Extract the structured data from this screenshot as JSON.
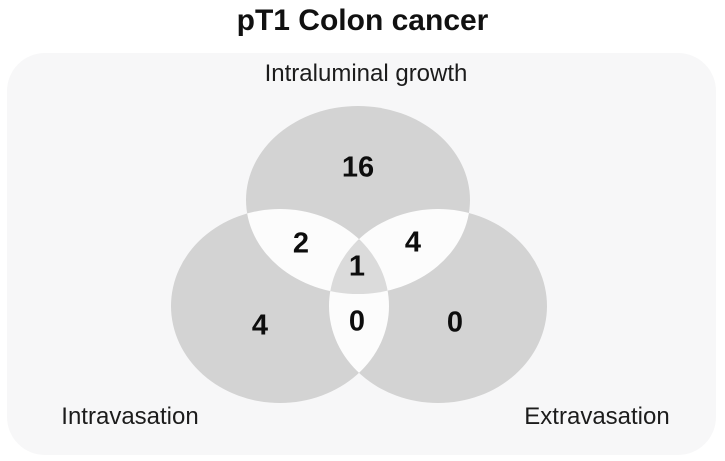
{
  "title": "pT1 Colon cancer",
  "colors": {
    "page_bg": "#ffffff",
    "panel_bg": "#f7f7f8",
    "circle_fill": "#d3d3d3",
    "overlap_fill": "#fcfcfc",
    "triple_overlay": "rgba(255,255,255,0.2)",
    "text": "#1c1c1c"
  },
  "chart_data": {
    "type": "venn",
    "title": "pT1 Colon cancer",
    "legend_position": "none",
    "sets": [
      {
        "name": "Intraluminal growth",
        "position": "top"
      },
      {
        "name": "Intravasation",
        "position": "bottom-left"
      },
      {
        "name": "Extravasation",
        "position": "bottom-right"
      }
    ],
    "regions": [
      {
        "sets": [
          "Intraluminal growth"
        ],
        "value": 16
      },
      {
        "sets": [
          "Intraluminal growth",
          "Intravasation"
        ],
        "value": 2
      },
      {
        "sets": [
          "Intraluminal growth",
          "Extravasation"
        ],
        "value": 4
      },
      {
        "sets": [
          "Intraluminal growth",
          "Intravasation",
          "Extravasation"
        ],
        "value": 1
      },
      {
        "sets": [
          "Intravasation"
        ],
        "value": 4
      },
      {
        "sets": [
          "Intravasation",
          "Extravasation"
        ],
        "value": 0
      },
      {
        "sets": [
          "Extravasation"
        ],
        "value": 0
      }
    ]
  }
}
